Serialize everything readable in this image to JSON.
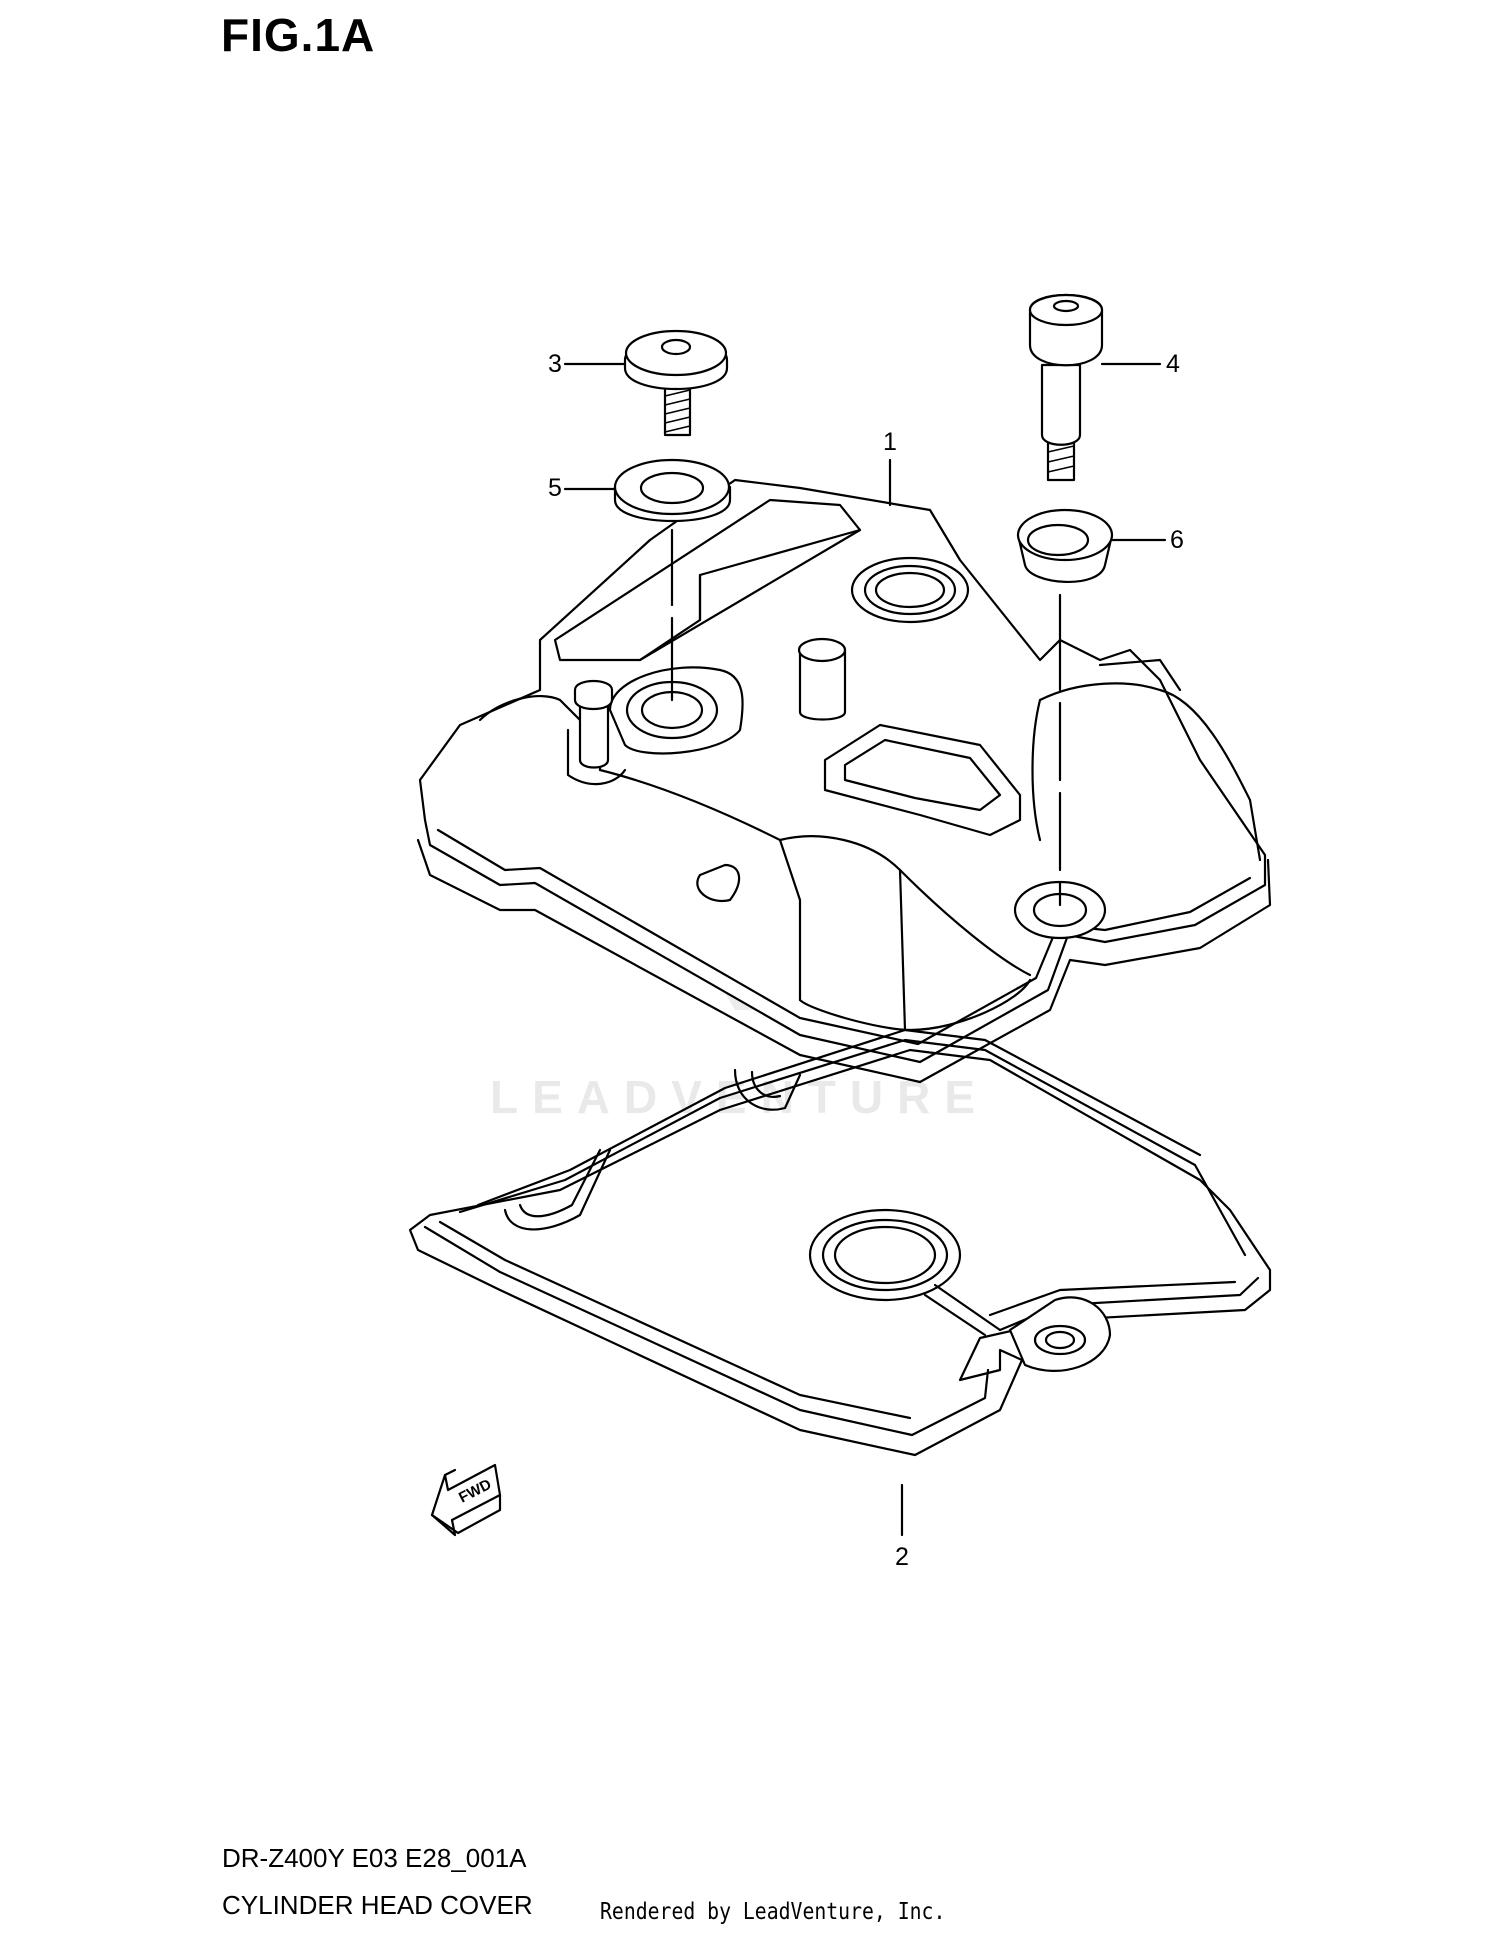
{
  "figure": {
    "title": "FIG.1A"
  },
  "callouts": [
    {
      "id": "1",
      "label": "1"
    },
    {
      "id": "2",
      "label": "2"
    },
    {
      "id": "3",
      "label": "3"
    },
    {
      "id": "4",
      "label": "4"
    },
    {
      "id": "5",
      "label": "5"
    },
    {
      "id": "6",
      "label": "6"
    }
  ],
  "fwd_marker": {
    "label": "FWD",
    "icon": "fwd-arrow-icon"
  },
  "watermark": {
    "text": "LEADVENTURE",
    "icon": "leadventure-flame-logo-icon"
  },
  "footer": {
    "diagram_code": "DR-Z400Y E03 E28_001A",
    "diagram_name": "CYLINDER HEAD COVER",
    "credit": "Rendered by LeadVenture, Inc."
  }
}
